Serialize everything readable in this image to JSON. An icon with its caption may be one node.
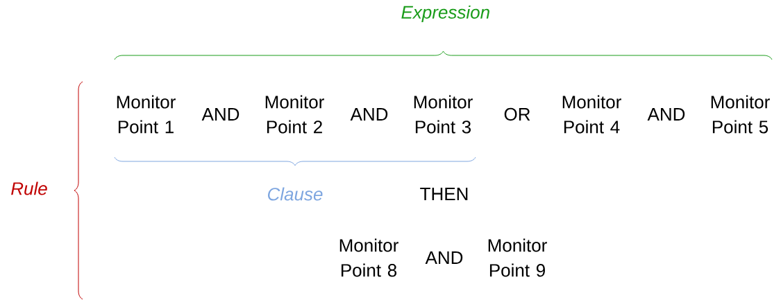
{
  "diagram": {
    "labels": [
      "Expression",
      "Monitor Point 1",
      "AND",
      "Monitor Point 2",
      "AND",
      "Monitor Point 3",
      "OR",
      "Monitor Point 4",
      "AND",
      "Monitor Point 5",
      "Rule",
      "Clause",
      "THEN",
      "Monitor Point 8",
      "AND",
      "Monitor Point 9"
    ]
  }
}
